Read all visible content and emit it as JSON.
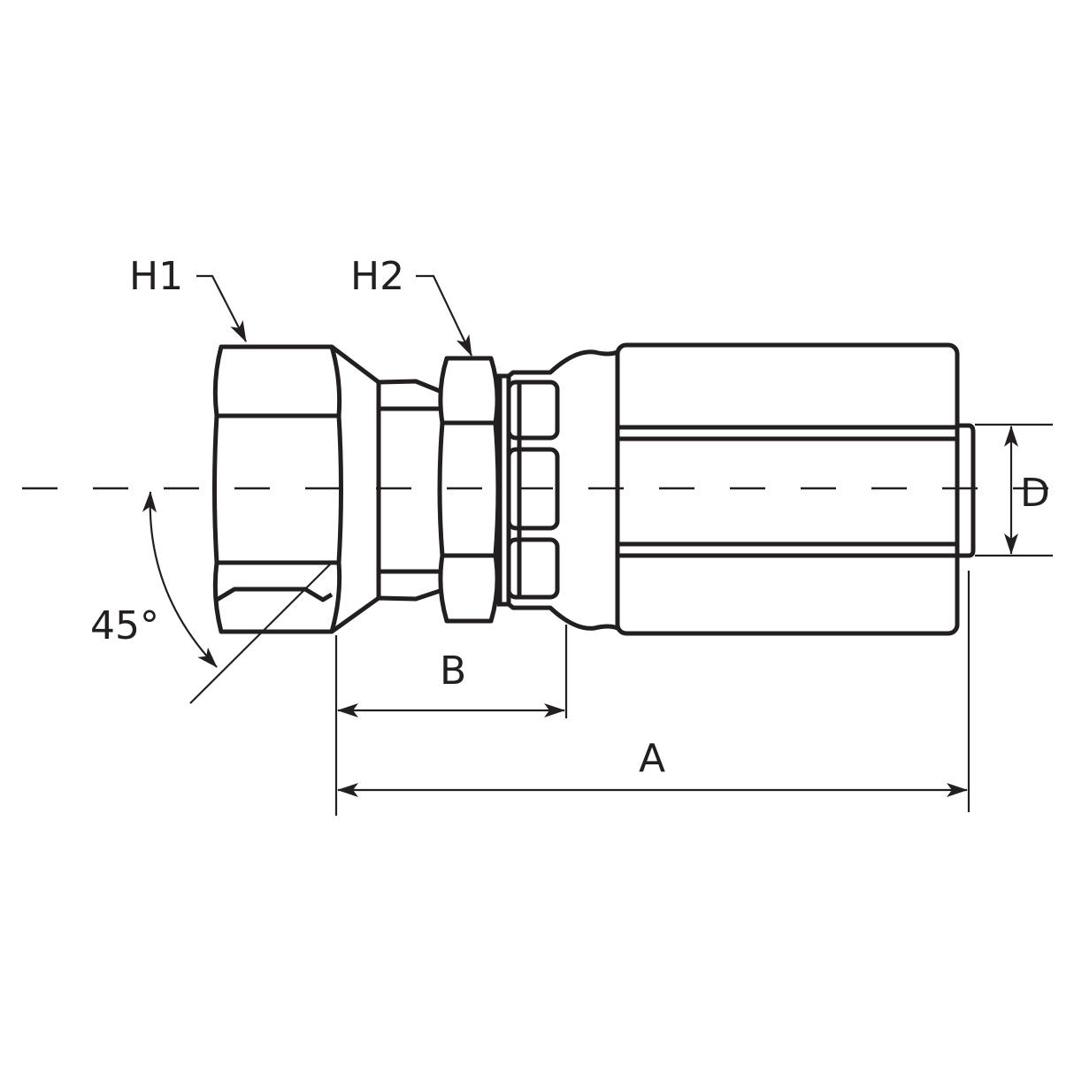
{
  "labels": {
    "h1": "H1",
    "h2": "H2",
    "angle": "45°",
    "b": "B",
    "a": "A",
    "d": "D"
  },
  "colors": {
    "line": "#231f20",
    "background": "#ffffff"
  }
}
